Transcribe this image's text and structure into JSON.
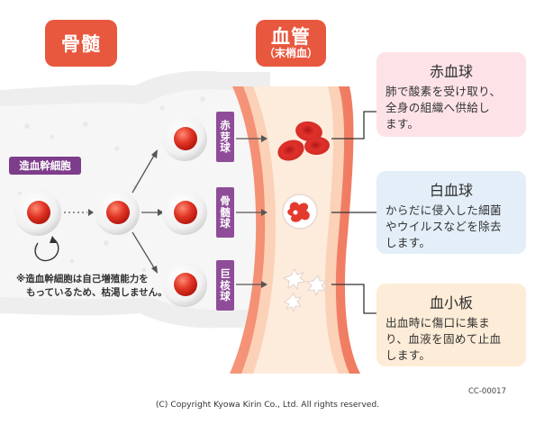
{
  "headings": {
    "bone_marrow": "骨髄",
    "blood_vessel": "血管",
    "blood_vessel_sub": "（末梢血）"
  },
  "stem_cell": {
    "label": "造血幹細胞",
    "note_line1": "※造血幹細胞は自己増殖能力を",
    "note_line2": "もっているため、枯渇しません。"
  },
  "lineage_labels": [
    {
      "chars": [
        "赤",
        "芽",
        "球"
      ]
    },
    {
      "chars": [
        "骨",
        "髄",
        "球"
      ]
    },
    {
      "chars": [
        "巨",
        "核",
        "球"
      ]
    }
  ],
  "cells": [
    {
      "title": "赤血球",
      "desc_line1": "肺で酸素を受け取り、",
      "desc_line2": "全身の組織へ供給し",
      "desc_line3": "ます。"
    },
    {
      "title": "白血球",
      "desc_line1": "からだに侵入した細菌",
      "desc_line2": "やウイルスなどを除去",
      "desc_line3": "します。"
    },
    {
      "title": "血小板",
      "desc_line1": "出血時に傷口に集ま",
      "desc_line2": "り、血液を固めて止血",
      "desc_line3": "します。"
    }
  ],
  "footer": {
    "code": "CC-00017",
    "copyright": "(C)  Copyright Kyowa Kirin Co., Ltd. All rights reserved."
  },
  "colors": {
    "heading_bg": "#e8583e",
    "label_purple": "#8f4d99",
    "red_box": "#fde3e7",
    "white_box": "#e3eef8",
    "platelet_box": "#fdecd7",
    "vessel_wall": "#f1836a",
    "vessel_inner": "#fce3cf",
    "rbc": "#d32d2d"
  }
}
